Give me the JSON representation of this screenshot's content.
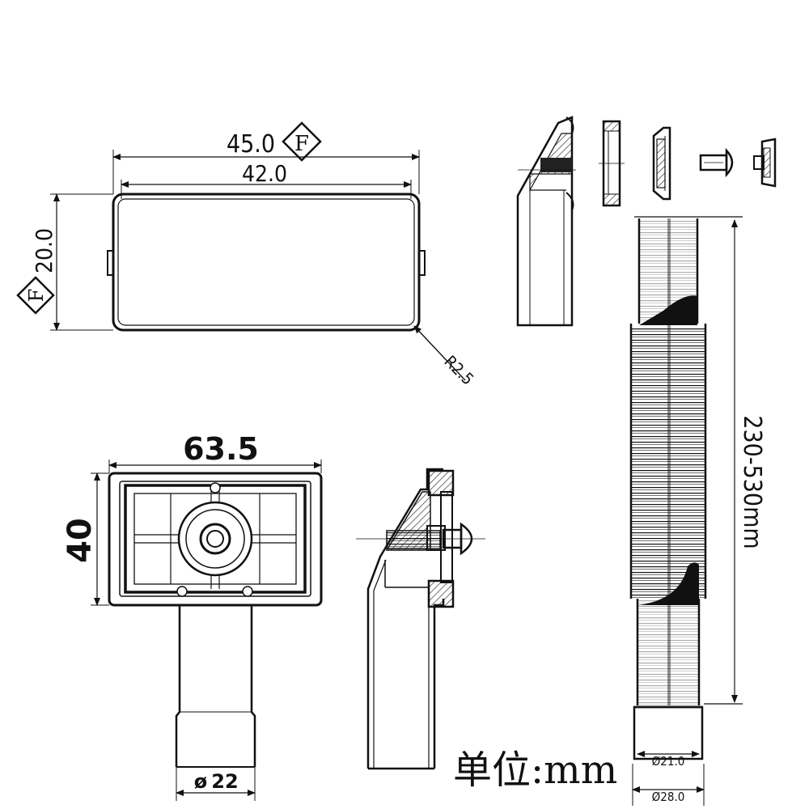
{
  "top_view": {
    "dim_outer": "45.0",
    "dim_inner": "42.0",
    "dim_height": "20.0",
    "radius_label": "R2.5",
    "datum_symbol": "F"
  },
  "drain_view": {
    "dim_width": "63.5",
    "dim_height": "40",
    "dim_pipe": "22",
    "diameter_symbol": "ø"
  },
  "hose": {
    "dim_length": "230-530mm",
    "dim_inner_dia": "Ø21.0",
    "dim_outer_dia": "Ø28.0"
  },
  "unit_label": "单位:mm",
  "colors": {
    "ink": "#111111",
    "background": "#ffffff"
  }
}
